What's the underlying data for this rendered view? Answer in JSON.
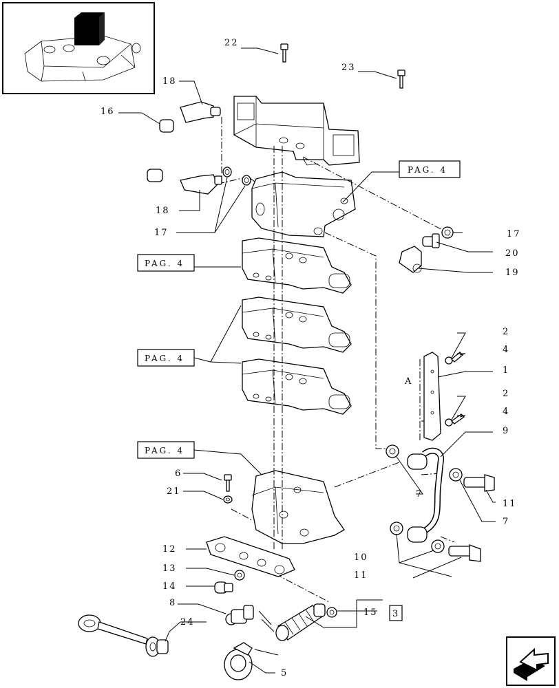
{
  "thumbnail": {
    "description_icon": "tractor-hydraulic-lift-thumbnail"
  },
  "nav": {
    "icon": "next-page-arrow-icon"
  },
  "callouts": {
    "c22": "22",
    "c23": "23",
    "c18a": "18",
    "c16": "16",
    "c18b": "18",
    "c17a": "17",
    "c17b": "17",
    "c20": "20",
    "c19": "19",
    "c2a": "2",
    "c4a": "4",
    "c1": "1",
    "c2b": "2",
    "c4b": "4",
    "c9": "9",
    "cA": "A",
    "c6": "6",
    "c21": "21",
    "c7a": "7",
    "c11a": "11",
    "c7b": "7",
    "c12": "12",
    "c13": "13",
    "c14": "14",
    "c10": "10",
    "c11b": "11",
    "c8": "8",
    "c15": "15",
    "c24": "24",
    "c5": "5"
  },
  "refs": {
    "pag1": "PAG. 4",
    "pag2": "PAG. 4",
    "pag3": "PAG. 4",
    "pag4": "PAG. 4",
    "box3": "3"
  }
}
